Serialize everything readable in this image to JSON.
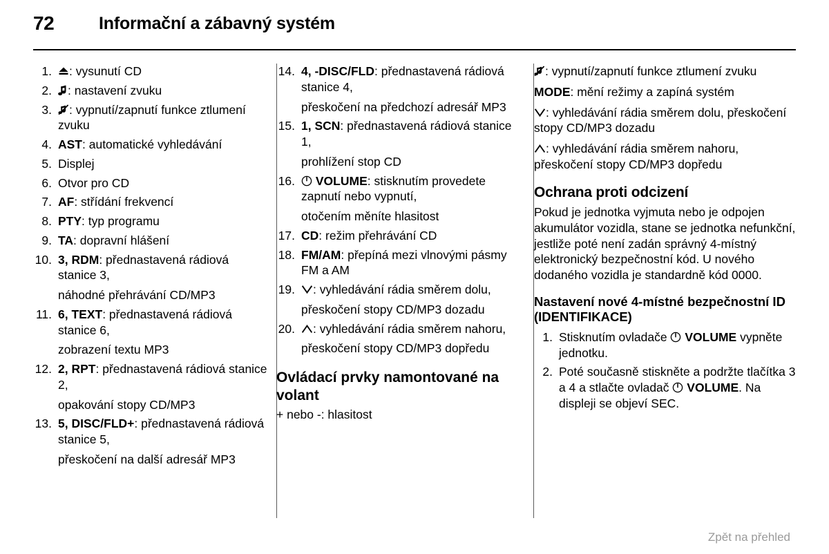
{
  "header": {
    "page_number": "72",
    "title": "Informační a zábavný systém"
  },
  "column1": {
    "items": [
      {
        "num": "1.",
        "icon": "eject-icon",
        "text": ": vysunutí CD"
      },
      {
        "num": "2.",
        "icon": "music-note-icon",
        "text": ": nastavení zvuku"
      },
      {
        "num": "3.",
        "icon": "mute-icon",
        "text": ": vypnutí/zapnutí funkce ztlumení zvuku"
      },
      {
        "num": "4.",
        "bold": "AST",
        "text": ": automatické vyhledávání"
      },
      {
        "num": "5.",
        "text": "Displej"
      },
      {
        "num": "6.",
        "text": "Otvor pro CD"
      },
      {
        "num": "7.",
        "bold": "AF",
        "text": ": střídání frekvencí"
      },
      {
        "num": "8.",
        "bold": "PTY",
        "text": ": typ programu"
      },
      {
        "num": "9.",
        "bold": "TA",
        "text": ": dopravní hlášení"
      },
      {
        "num": "10.",
        "bold": "3, RDM",
        "text": ": přednastavená rádiová stanice 3,",
        "sub": "náhodné přehrávání CD/MP3"
      },
      {
        "num": "11.",
        "bold": "6, TEXT",
        "text": ": přednastavená rádiová stanice 6,",
        "sub": "zobrazení textu MP3"
      },
      {
        "num": "12.",
        "bold": "2, RPT",
        "text": ": přednastavená rádiová stanice 2,",
        "sub": "opakování stopy CD/MP3"
      },
      {
        "num": "13.",
        "bold": "5, DISC/FLD+",
        "text": ": přednastavená rádiová stanice 5,",
        "sub": "přeskočení na další adresář MP3"
      }
    ]
  },
  "column2": {
    "items": [
      {
        "num": "14.",
        "bold": "4, -DISC/FLD",
        "text": ": přednastavená rádiová stanice 4,",
        "sub": "přeskočení na předchozí adresář MP3"
      },
      {
        "num": "15.",
        "bold": "1, SCN",
        "text": ": přednastavená rádiová stanice 1,",
        "sub": "prohlížení stop CD"
      },
      {
        "num": "16.",
        "icon": "power-icon",
        "bold": "VOLUME",
        "text": ": stisknutím provedete zapnutí nebo vypnutí,",
        "sub": "otočením měníte hlasitost"
      },
      {
        "num": "17.",
        "bold": "CD",
        "text": ": režim přehrávání CD"
      },
      {
        "num": "18.",
        "bold": "FM/AM",
        "text": ": přepíná mezi vlnovými pásmy FM a AM"
      },
      {
        "num": "19.",
        "icon": "chevron-down-icon",
        "text": ": vyhledávání rádia směrem dolu,",
        "sub": "přeskočení stopy CD/MP3 dozadu"
      },
      {
        "num": "20.",
        "icon": "chevron-up-icon",
        "text": ": vyhledávání rádia směrem nahoru,",
        "sub": "přeskočení stopy CD/MP3 dopředu"
      }
    ],
    "heading": "Ovládací prvky namontované na volant",
    "after_heading": "+ nebo -: hlasitost"
  },
  "column3": {
    "entries": [
      {
        "icon": "mute-icon",
        "text": ": vypnutí/zapnutí funkce ztlumení zvuku"
      },
      {
        "bold": "MODE",
        "text": ": mění režimy a zapíná systém"
      },
      {
        "icon": "chevron-down-icon",
        "text": ": vyhledávání rádia směrem dolu, přeskočení stopy CD/MP3 dozadu"
      },
      {
        "icon": "chevron-up-icon",
        "text": ": vyhledávání rádia směrem nahoru, přeskočení stopy CD/MP3 dopředu"
      }
    ],
    "section_heading": "Ochrana proti odcizení",
    "section_body": "Pokud je jednotka vyjmuta nebo je odpojen akumulátor vozidla, stane se jednotka nefunkční, jestliže poté není zadán správný 4-místný elektronický bezpečnostní kód. U nového dodaného vozidla je standardně kód 0000.",
    "sub_heading": "Nastavení nové 4-místné bezpečnostní ID (IDENTIFIKACE)",
    "steps": [
      {
        "num": "1.",
        "part1": "Stisknutím ovladače ",
        "icon": "power-icon",
        "bold": "VOLUME",
        "part2": " vypněte jednotku."
      },
      {
        "num": "2.",
        "part1": "Poté současně stiskněte a podržte tlačítka 3 a 4 a stlačte ovladač ",
        "icon": "power-icon",
        "bold": "VOLUME",
        "part2": ". Na displeji se objeví SEC."
      }
    ]
  },
  "footer": {
    "link": "Zpět na přehled",
    "link_color": "#9a9a9a"
  },
  "colors": {
    "text": "#000000",
    "rule": "#000000",
    "divider": "#5a5a5a",
    "background": "#ffffff"
  }
}
